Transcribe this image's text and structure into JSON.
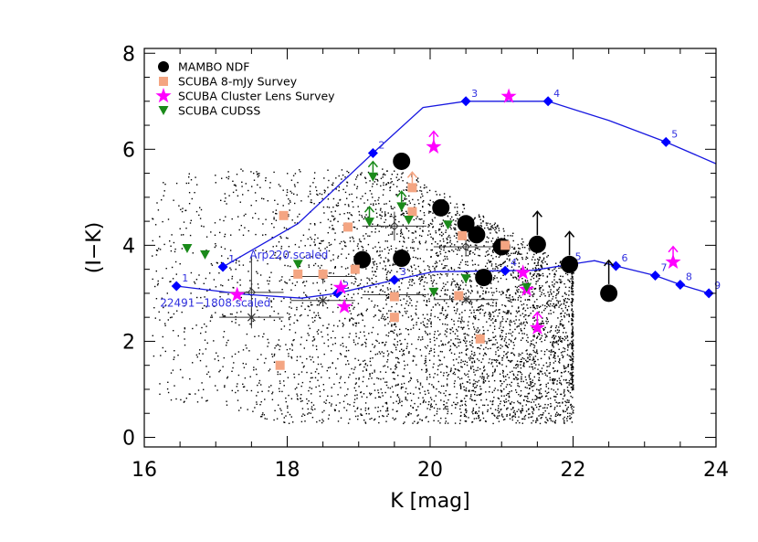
{
  "chart_data": {
    "type": "scatter",
    "title": "",
    "xlabel": "K [mag]",
    "ylabel": "(I−K)",
    "xlim": [
      16,
      24
    ],
    "ylim": [
      -0.2,
      8.1
    ],
    "xticks": [
      "16",
      "18",
      "20",
      "22",
      "24"
    ],
    "yticks": [
      "0",
      "2",
      "4",
      "6",
      "8"
    ],
    "grid": false,
    "legend_position": "top-left",
    "colors": {
      "mambo": "#000000",
      "scuba8mjy": "#f4a582",
      "cluster_lens": "#ff00ff",
      "cudss": "#1a8a1a",
      "tracks": "#1818e0",
      "track_markers": "#0000ff"
    },
    "series": [
      {
        "name": "MAMBO NDF",
        "marker": "circle",
        "points": [
          [
            19.6,
            5.75
          ],
          [
            20.15,
            4.78
          ],
          [
            20.5,
            4.45
          ],
          [
            20.65,
            4.22
          ],
          [
            21.0,
            3.97
          ],
          [
            21.5,
            4.02
          ],
          [
            19.05,
            3.7
          ],
          [
            19.6,
            3.73
          ],
          [
            20.75,
            3.33
          ],
          [
            21.95,
            3.6
          ],
          [
            22.5,
            3.0
          ]
        ],
        "upper_limit_indices": [
          5,
          9,
          10
        ]
      },
      {
        "name": "SCUBA 8-mJy Survey",
        "marker": "square",
        "points": [
          [
            17.95,
            4.62
          ],
          [
            19.75,
            5.2
          ],
          [
            19.75,
            4.7
          ],
          [
            18.85,
            4.38
          ],
          [
            20.45,
            4.2
          ],
          [
            21.05,
            4.0
          ],
          [
            18.15,
            3.4
          ],
          [
            18.5,
            3.4
          ],
          [
            18.95,
            3.5
          ],
          [
            20.4,
            2.95
          ],
          [
            19.5,
            2.93
          ],
          [
            19.5,
            2.5
          ],
          [
            20.7,
            2.05
          ],
          [
            17.9,
            1.5
          ]
        ],
        "upper_limit_indices": [
          1
        ]
      },
      {
        "name": "SCUBA Cluster Lens Survey",
        "marker": "star",
        "points": [
          [
            21.1,
            7.1
          ],
          [
            20.05,
            6.05
          ],
          [
            17.3,
            2.97
          ],
          [
            18.75,
            3.12
          ],
          [
            18.8,
            2.72
          ],
          [
            21.3,
            3.43
          ],
          [
            21.35,
            3.08
          ],
          [
            21.5,
            2.28
          ],
          [
            23.4,
            3.65
          ]
        ],
        "upper_limit_indices": [
          1,
          7,
          8
        ]
      },
      {
        "name": "SCUBA CUDSS",
        "marker": "triangle-down",
        "points": [
          [
            16.6,
            3.93
          ],
          [
            16.85,
            3.8
          ],
          [
            19.2,
            5.42
          ],
          [
            19.15,
            4.48
          ],
          [
            19.6,
            4.8
          ],
          [
            19.7,
            4.52
          ],
          [
            20.25,
            4.42
          ],
          [
            18.15,
            3.6
          ],
          [
            20.05,
            3.02
          ],
          [
            20.5,
            3.3
          ],
          [
            21.35,
            3.12
          ]
        ],
        "upper_limit_indices": [
          2,
          3,
          4
        ]
      }
    ],
    "tracks": [
      {
        "name": "Arp220.scaled",
        "curve": [
          [
            17.1,
            3.55
          ],
          [
            18.15,
            4.45
          ],
          [
            19.2,
            5.92
          ],
          [
            19.9,
            6.87
          ],
          [
            20.5,
            7.0
          ],
          [
            21.65,
            7.0
          ],
          [
            22.5,
            6.6
          ],
          [
            23.3,
            6.15
          ],
          [
            24.0,
            5.7
          ]
        ],
        "markers": [
          [
            17.1,
            3.55,
            "1"
          ],
          [
            19.2,
            5.92,
            "2"
          ],
          [
            20.5,
            7.0,
            "3"
          ],
          [
            21.65,
            7.0,
            "4"
          ],
          [
            23.3,
            6.15,
            "5"
          ]
        ]
      },
      {
        "name": "22491−1808.scaled",
        "curve": [
          [
            16.45,
            3.15
          ],
          [
            17.4,
            2.98
          ],
          [
            18.2,
            2.9
          ],
          [
            18.7,
            3.0
          ],
          [
            19.5,
            3.28
          ],
          [
            20.05,
            3.45
          ],
          [
            21.05,
            3.47
          ],
          [
            21.45,
            3.48
          ],
          [
            21.95,
            3.6
          ],
          [
            22.3,
            3.68
          ],
          [
            22.6,
            3.57
          ],
          [
            23.15,
            3.37
          ],
          [
            23.5,
            3.18
          ],
          [
            23.9,
            3.0
          ]
        ],
        "markers": [
          [
            16.45,
            3.15,
            "1"
          ],
          [
            18.7,
            3.0,
            "2"
          ],
          [
            19.5,
            3.28,
            "3"
          ],
          [
            21.05,
            3.47,
            "4"
          ],
          [
            21.95,
            3.6,
            "5"
          ],
          [
            22.6,
            3.57,
            "6"
          ],
          [
            23.15,
            3.37,
            "7"
          ],
          [
            23.5,
            3.18,
            "8"
          ],
          [
            23.9,
            3.0,
            "9"
          ]
        ]
      }
    ],
    "binned_points": [
      {
        "x": 17.5,
        "y": 3.02,
        "xerr": 0.45,
        "yerr": 0.75
      },
      {
        "x": 17.5,
        "y": 2.5,
        "xerr": 0.45,
        "yerr": 0.18
      },
      {
        "x": 18.5,
        "y": 3.35,
        "xerr": 0.45,
        "yerr": 0.15
      },
      {
        "x": 18.5,
        "y": 2.85,
        "xerr": 0.45,
        "yerr": 0.1
      },
      {
        "x": 19.5,
        "y": 4.4,
        "xerr": 0.45,
        "yerr": 0.3
      },
      {
        "x": 19.5,
        "y": 2.97,
        "xerr": 0.45,
        "yerr": 0.1
      },
      {
        "x": 20.5,
        "y": 3.97,
        "xerr": 0.45,
        "yerr": 0.2
      },
      {
        "x": 20.5,
        "y": 2.87,
        "xerr": 0.45,
        "yerr": 0.08
      }
    ],
    "background_population": {
      "marker": "dot",
      "count": 4500,
      "region": "0.3 ≤ (I−K) ≤ 5.6, 16.1 ≤ K ≤ 22, denser toward faint K"
    }
  }
}
